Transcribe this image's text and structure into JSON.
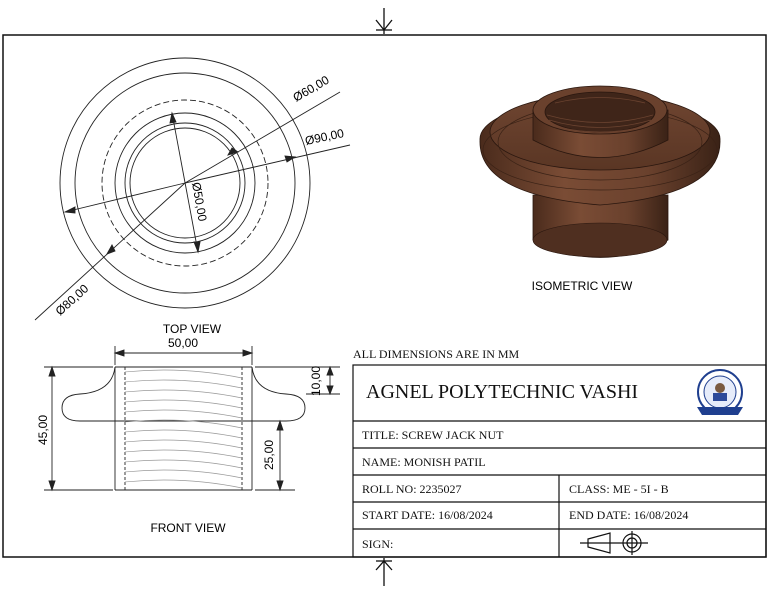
{
  "views": {
    "top_view_label": "TOP VIEW",
    "front_view_label": "FRONT VIEW",
    "isometric_view_label": "ISOMETRIC VIEW"
  },
  "dimensions": {
    "top_d60": "Ø60,00",
    "top_d90": "Ø90,00",
    "top_d50": "Ø50,00",
    "top_d80": "Ø80,00",
    "front_width": "50,00",
    "front_height": "45,00",
    "front_flange": "10,00",
    "front_lower": "25,00"
  },
  "note": "ALL DIMENSIONS ARE IN MM",
  "title_block": {
    "institute": "AGNEL POLYTECHNIC VASHI",
    "title": "TITLE: SCREW JACK NUT",
    "name": "NAME: MONISH PATIL",
    "roll_no": "ROLL NO: 2235027",
    "class": "CLASS: ME - 5I - B",
    "start_date": "START DATE: 16/08/2024",
    "end_date": "END DATE: 16/08/2024",
    "sign": "SIGN:"
  },
  "colors": {
    "line": "#111111",
    "model_brown": "#6b4330",
    "model_dark": "#3f2519",
    "logo_blue": "#1f3f8f"
  },
  "icons": {
    "projection_symbol": "first-angle-projection-icon",
    "logo": "agnel-polytechnic-logo"
  }
}
